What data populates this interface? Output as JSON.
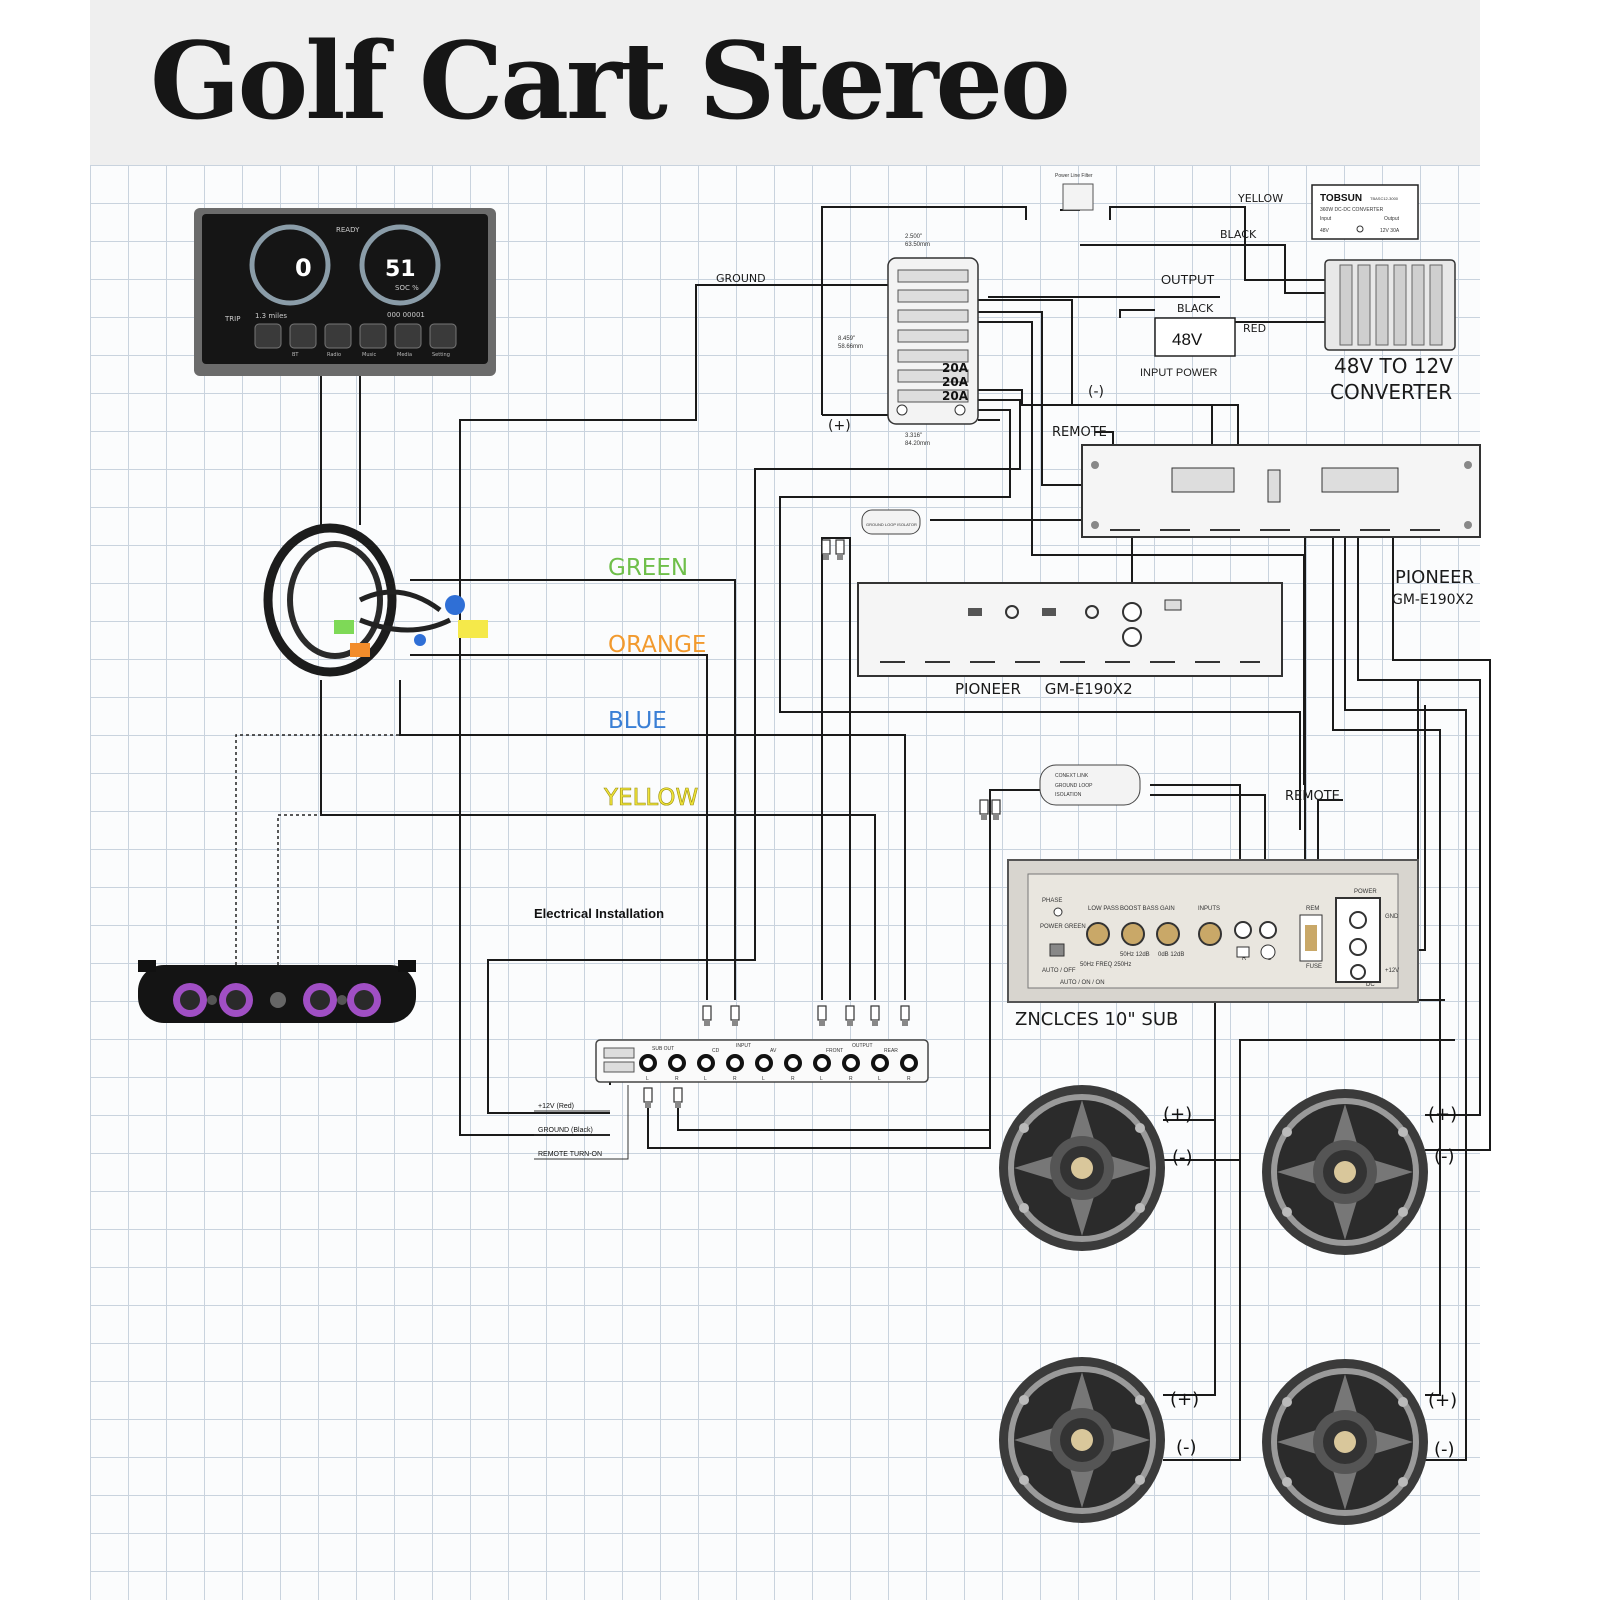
{
  "title": "Golf Cart Stereo",
  "labels": {
    "ground": "GROUND",
    "yellow_top": "YELLOW",
    "black_top": "BLACK",
    "output": "OUTPUT",
    "black_mid": "BLACK",
    "red_mid": "RED",
    "input_48v": "48V",
    "input_power": "INPUT POWER",
    "converter_line1": "48V TO 12V",
    "converter_line2": "CONVERTER",
    "minus_fuse": "(-)",
    "plus_fuse": "(+)",
    "remote_top": "REMOTE",
    "remote_mid": "REMOTE",
    "pioneer_right_1": "PIONEER",
    "pioneer_right_2": "GM-E190X2",
    "pioneer_bottom": "PIONEER     GM-E190X2",
    "sub_label": "ZNCLCES 10\" SUB",
    "electrical_installation": "Electrical Installation",
    "green": "GREEN",
    "orange": "ORANGE",
    "blue": "BLUE",
    "yellow": "YELLOW",
    "plus_r12": "+12V (Red)",
    "ground_black": "GROUND (Black)",
    "remote_turn_on": "REMOTE TURN-ON",
    "fuse_20a": [
      "20A",
      "20A",
      "20A"
    ],
    "fuse_dims": [
      "2.500\"",
      "63.50mm",
      "8.459\"",
      "58.66mm",
      "3.316\"",
      "84.20mm"
    ]
  },
  "converter": {
    "brand": "TOBSUN",
    "model": "TBASC12-3000",
    "desc": "360W DC-DC CONVERTER",
    "input_label": "Input",
    "output_label": "Output",
    "input_val": "48V",
    "output_val": "12V 30A"
  },
  "power_filter": "Power Line Filter",
  "ground_loop_small": "GROUND LOOP ISOLATOR",
  "ground_loop_big": [
    "CONEXT LINK",
    "GROUND LOOP",
    "ISOLATION"
  ],
  "head_unit": {
    "ready": "READY",
    "speed": "0",
    "battery": "51",
    "battery_unit": "SOC %",
    "trip": "TRIP",
    "trip_val": "1.3 miles",
    "odo": "000 00001",
    "apps": [
      "BT",
      "Radio",
      "Music",
      "Media",
      "Setting"
    ]
  },
  "eq": {
    "groups": [
      "SUB OUT",
      "CD",
      "INPUT",
      "AV",
      "FRONT",
      "OUTPUT",
      "REAR"
    ],
    "jack_labels": [
      "L",
      "R",
      "L",
      "R",
      "L",
      "R",
      "L",
      "R",
      "L",
      "R"
    ]
  },
  "sub_amp": {
    "phase": "PHASE",
    "power_green": "POWER GREEN",
    "auto_off": "AUTO / OFF",
    "auto_on": "AUTO / ON / ON",
    "low_pass": "LOW PASS",
    "boost_bass": "BOOST BASS",
    "gain": "GAIN",
    "inputs": "INPUTS",
    "power": "POWER",
    "freq": "50Hz  FREQ  250Hz",
    "boost_range": "50Hz 12dB",
    "gain_range": "0dB 12dB",
    "rem": "REM",
    "fuse": "FUSE",
    "v12": "+12V",
    "gnd": "GND",
    "dc": "DC",
    "input_r": "R",
    "input_l": "L"
  },
  "speakers": [
    {
      "plus": "(+)",
      "minus": "(-)"
    },
    {
      "plus": "(+)",
      "minus": "(-)"
    },
    {
      "plus": "(+)",
      "minus": "(-)"
    },
    {
      "plus": "(+)",
      "minus": "(-)"
    }
  ]
}
